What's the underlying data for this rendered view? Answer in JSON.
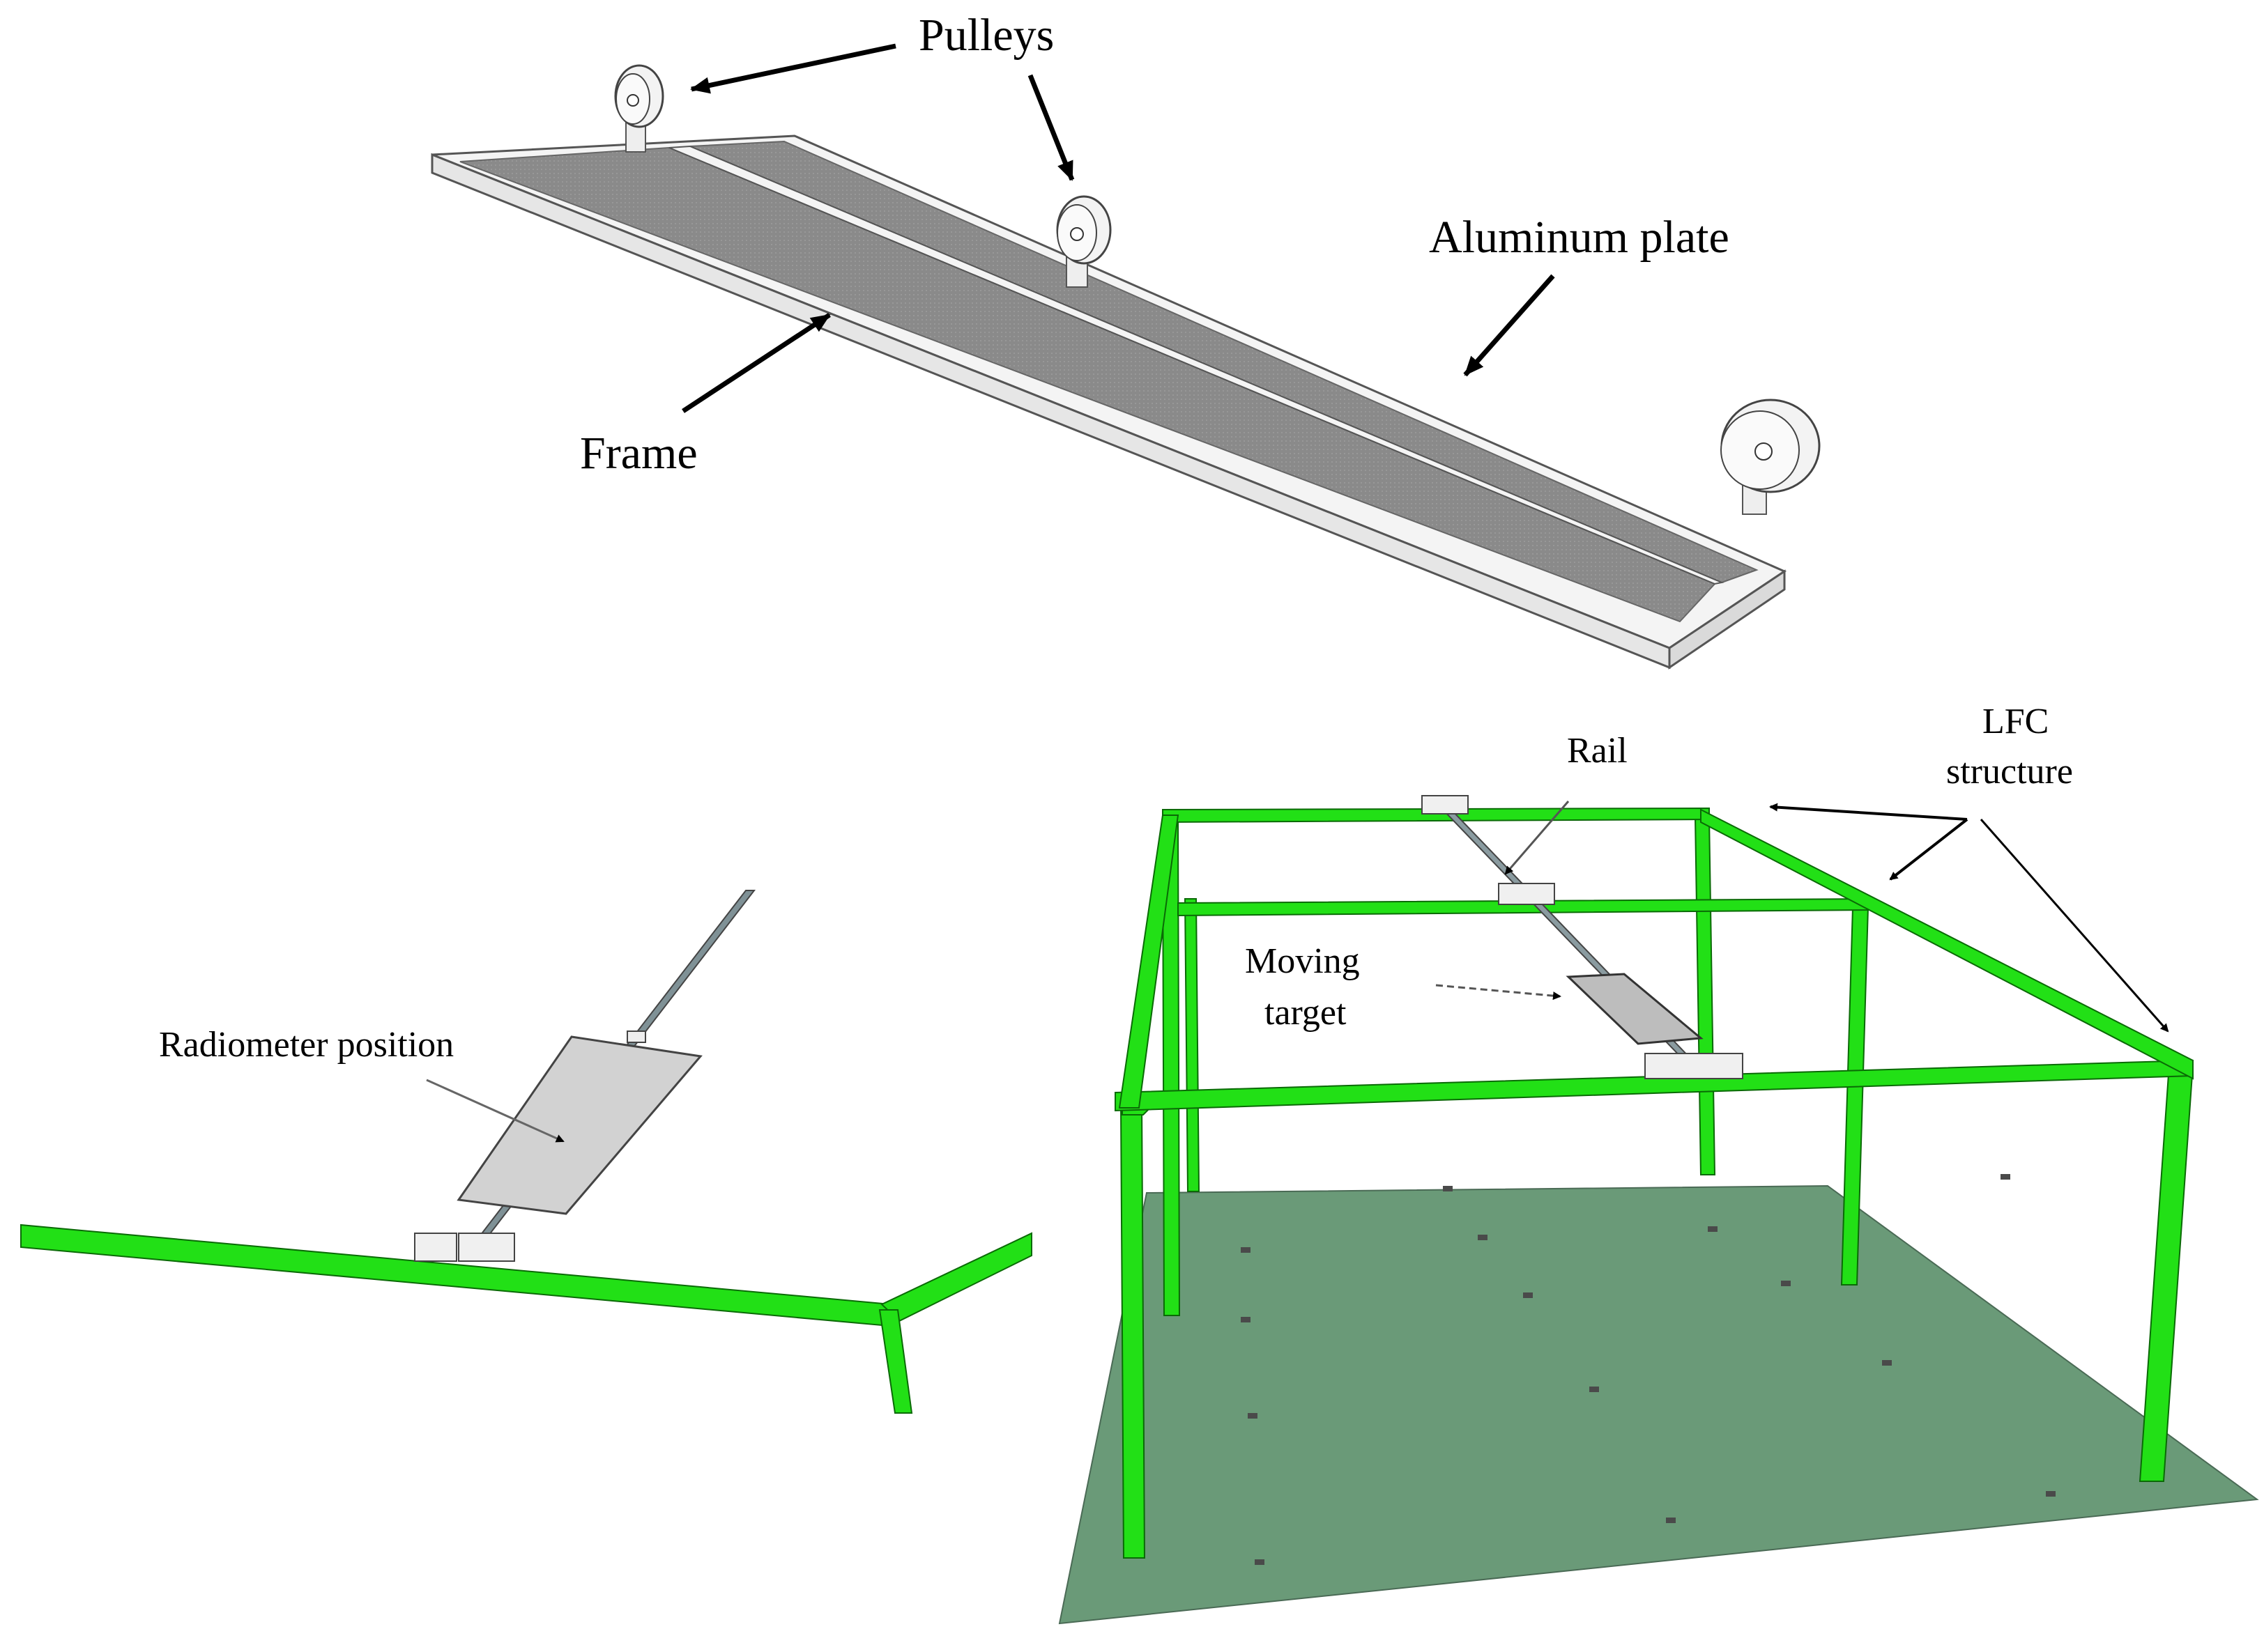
{
  "labels": {
    "pulleys": "Pulleys",
    "aluminum_plate": "Aluminum plate",
    "frame": "Frame",
    "radiometer_position": "Radiometer position",
    "rail": "Rail",
    "lfc_structure_line1": "LFC",
    "lfc_structure_line2": "structure",
    "moving_target_line1": "Moving",
    "moving_target_line2": "target"
  },
  "colors": {
    "structure_green": "#22e016",
    "ground_green": "#6a9a78",
    "plate_gray": "#8a8a8a",
    "frame_white": "#f4f4f4"
  }
}
